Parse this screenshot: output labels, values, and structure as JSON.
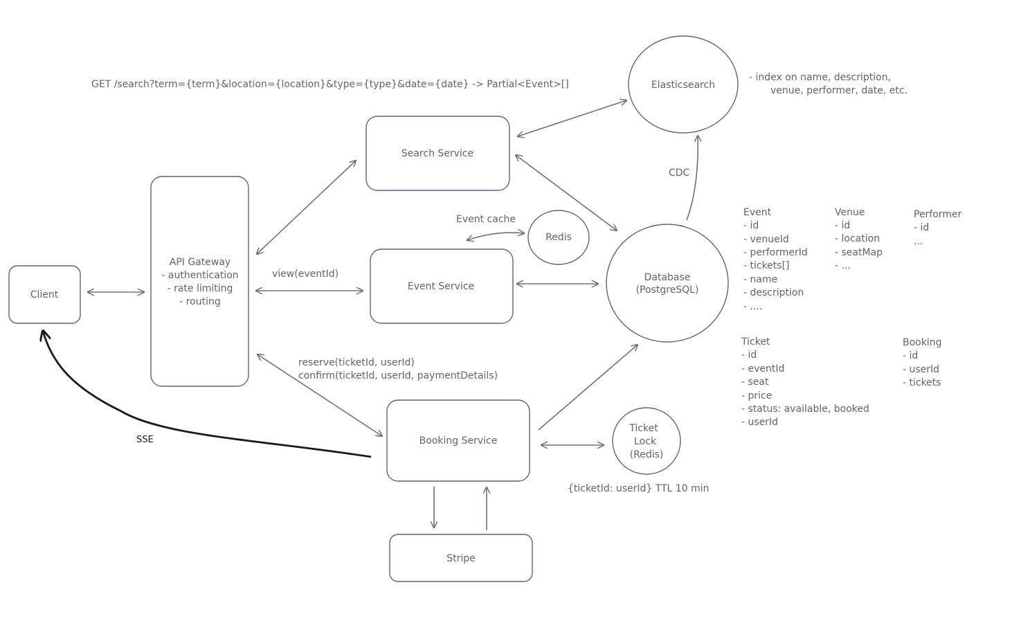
{
  "components": {
    "client": "Client",
    "api_gateway": [
      "API Gateway",
      "- authentication",
      "- rate limiting",
      "- routing"
    ],
    "search_service": "Search Service",
    "event_service": "Event Service",
    "booking_service": "Booking Service",
    "stripe": "Stripe",
    "elasticsearch": "Elasticsearch",
    "redis": "Redis",
    "database": [
      "Database",
      "(PostgreSQL)"
    ],
    "ticket_lock": [
      "Ticket",
      "Lock",
      "(Redis)"
    ]
  },
  "annotations": {
    "search_endpoint": "GET /search?term={term}&location={location}&type={type}&date={date} -> Partial<Event>[]",
    "es_index": [
      "- index on name, description,",
      "venue, performer, date, etc."
    ],
    "cdc": "CDC",
    "event_cache": "Event cache",
    "view_call": "view(eventId)",
    "reserve_call": "reserve(ticketId, userId)",
    "confirm_call": "confirm(ticketId, userId, paymentDetails)",
    "sse": "SSE",
    "lock_ttl": "{ticketId: userId} TTL 10 min"
  },
  "schema": {
    "event": [
      "Event",
      "- id",
      "- venueId",
      "- performerId",
      "- tickets[]",
      "- name",
      "- description",
      "- ...."
    ],
    "venue": [
      "Venue",
      "- id",
      "- location",
      "- seatMap",
      "- ..."
    ],
    "performer": [
      "Performer",
      "- id",
      "..."
    ],
    "ticket": [
      "Ticket",
      "- id",
      "- eventId",
      "- seat",
      "- price",
      "- status: available, booked",
      "- userId"
    ],
    "booking": [
      "Booking",
      "- id",
      "- userId",
      "- tickets"
    ]
  },
  "colors": {
    "stroke": "#5f6470",
    "connector": "#6b707b",
    "sse": "#1a1a1a",
    "background": "#ffffff"
  }
}
